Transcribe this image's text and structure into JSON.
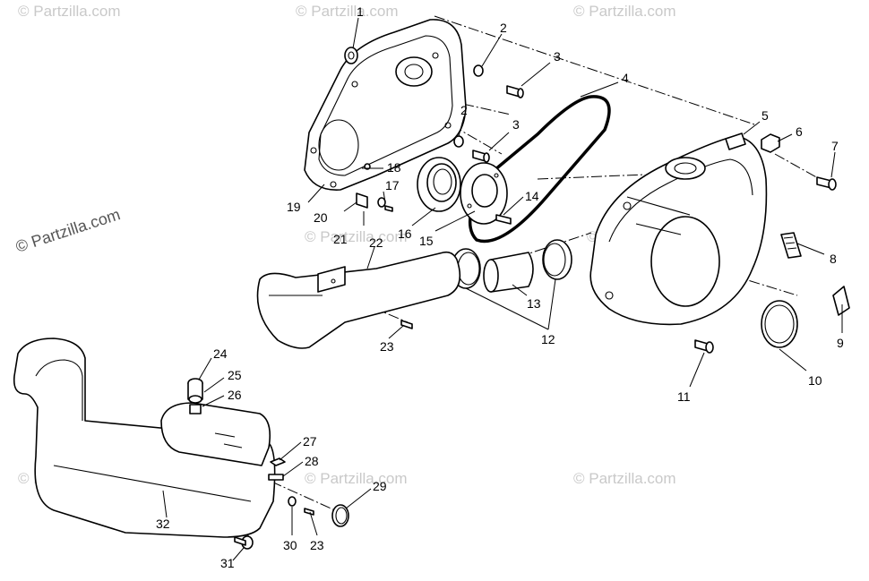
{
  "diagram": {
    "watermark_text": "© Partzilla.com",
    "callouts": [
      "1",
      "2",
      "3",
      "4",
      "5",
      "6",
      "7",
      "8",
      "9",
      "10",
      "11",
      "12",
      "13",
      "14",
      "15",
      "16",
      "17",
      "18",
      "19",
      "20",
      "21",
      "22",
      "23",
      "24",
      "25",
      "26",
      "27",
      "28",
      "29",
      "30",
      "31",
      "32"
    ],
    "callout_labels": {
      "c1": "1",
      "c2a": "2",
      "c2b": "2",
      "c3a": "3",
      "c3b": "3",
      "c4": "4",
      "c5": "5",
      "c6": "6",
      "c7": "7",
      "c8": "8",
      "c9": "9",
      "c10": "10",
      "c11": "11",
      "c12": "12",
      "c13": "13",
      "c14": "14",
      "c15": "15",
      "c16": "16",
      "c17": "17",
      "c18": "18",
      "c19": "19",
      "c20": "20",
      "c21": "21",
      "c22": "22",
      "c23a": "23",
      "c23b": "23",
      "c24": "24",
      "c25": "25",
      "c26": "26",
      "c27": "27",
      "c28": "28",
      "c29": "29",
      "c30": "30",
      "c31": "31",
      "c32": "32"
    }
  }
}
